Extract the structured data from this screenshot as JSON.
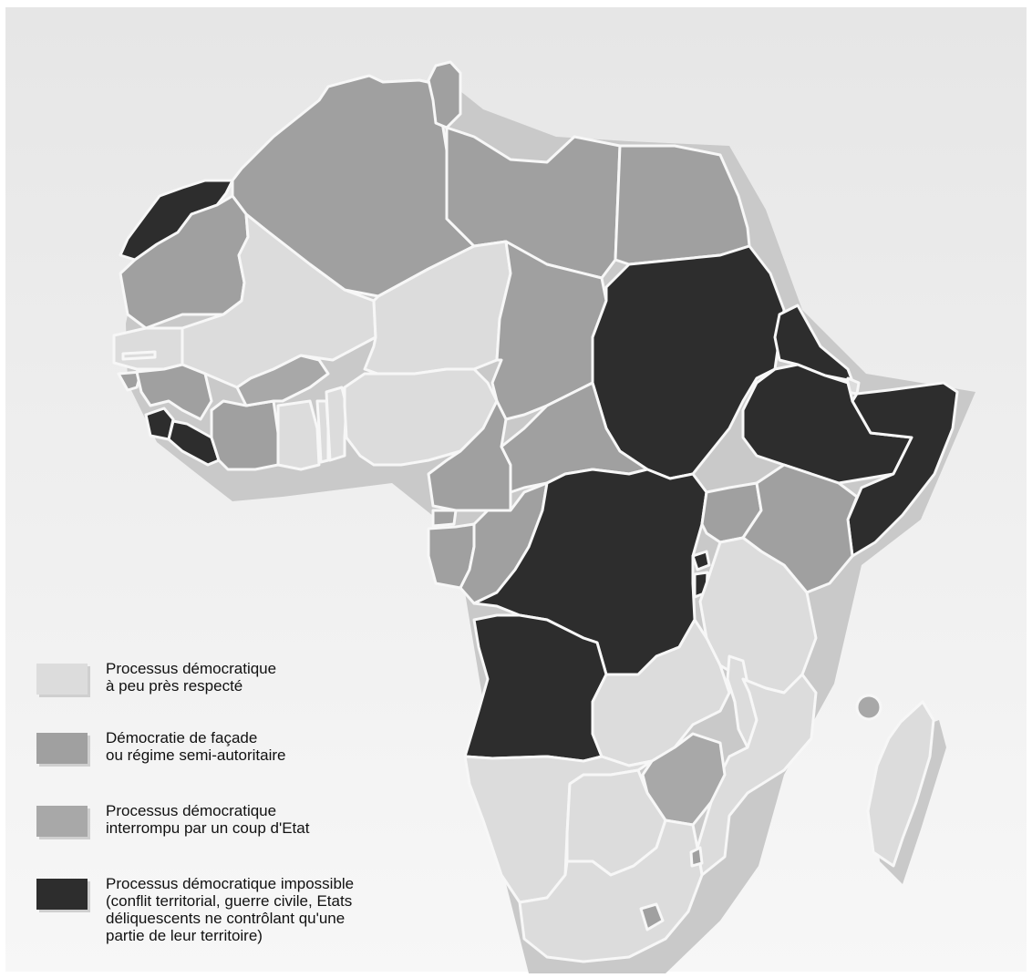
{
  "legend": [
    {
      "category": "light",
      "color": "#dcdcdc",
      "lines": [
        "Processus démocratique",
        "à peu près respecté"
      ]
    },
    {
      "category": "medium",
      "color": "#a0a0a0",
      "lines": [
        "Démocratie de façade",
        "ou régime semi-autoritaire"
      ]
    },
    {
      "category": "coup",
      "color": "#a8a8a8",
      "lines": [
        "Processus démocratique",
        "interrompu par un coup d'Etat"
      ]
    },
    {
      "category": "dark",
      "color": "#2d2d2d",
      "lines": [
        "Processus démocratique impossible",
        "(conflit territorial, guerre civile, Etats",
        "déliquescents ne contrôlant qu'une",
        "partie de leur territoire)"
      ]
    }
  ]
}
